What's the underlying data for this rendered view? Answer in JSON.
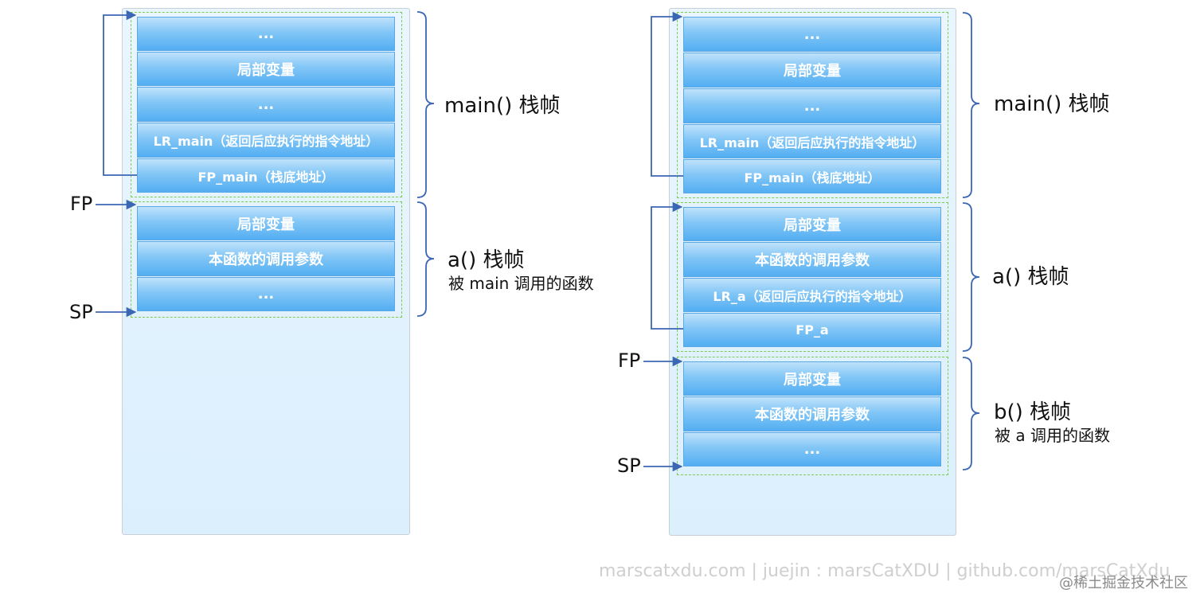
{
  "left": {
    "main_frame": {
      "cells": [
        "...",
        "局部变量",
        "...",
        "LR_main（返回后应执行的指令地址）",
        "FP_main（栈底地址）"
      ],
      "title": "main() 栈帧"
    },
    "a_frame": {
      "cells": [
        "局部变量",
        "本函数的调用参数",
        "..."
      ],
      "title": "a() 栈帧",
      "subtitle": "被 main 调用的函数"
    },
    "fp_label": "FP",
    "sp_label": "SP"
  },
  "right": {
    "main_frame": {
      "cells": [
        "...",
        "局部变量",
        "...",
        "LR_main（返回后应执行的指令地址）",
        "FP_main（栈底地址）"
      ],
      "title": "main() 栈帧"
    },
    "a_frame": {
      "cells": [
        "局部变量",
        "本函数的调用参数",
        "LR_a（返回后应执行的指令地址）",
        "FP_a"
      ],
      "title": "a() 栈帧"
    },
    "b_frame": {
      "cells": [
        "局部变量",
        "本函数的调用参数",
        "..."
      ],
      "title": "b() 栈帧",
      "subtitle": "被 a 调用的函数"
    },
    "fp_label": "FP",
    "sp_label": "SP"
  },
  "footer": "marscatxdu.com | juejin : marsCatXDU | github.com/marsCatXdu",
  "watermark": "@稀土掘金技术社区",
  "colors": {
    "arrow": "#3b66b3",
    "dash": "#7ccc4f",
    "cell_top": "#bfe2fb",
    "cell_bottom": "#53aef2"
  }
}
